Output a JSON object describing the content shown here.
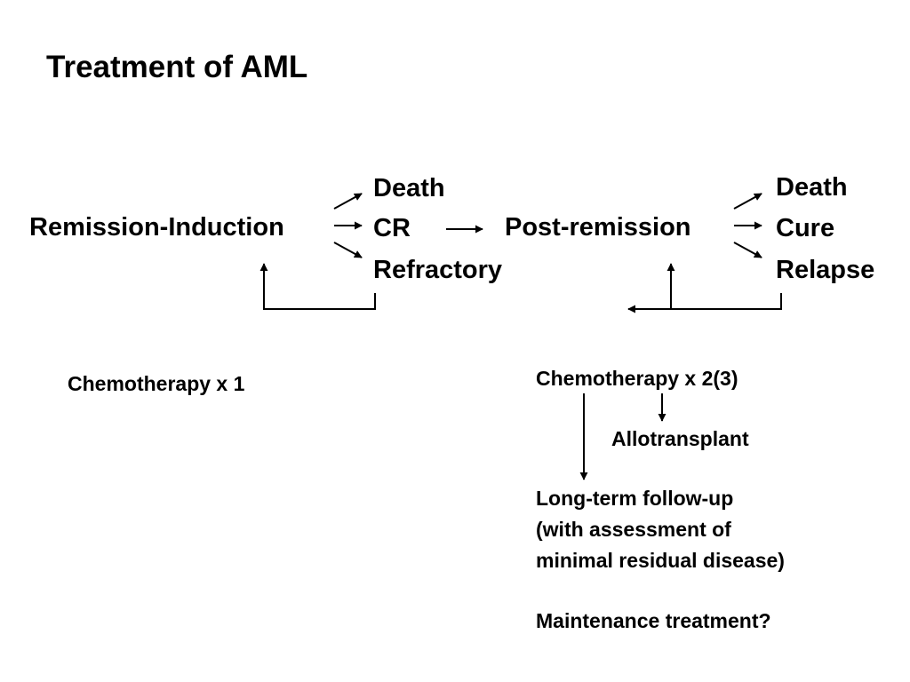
{
  "title": "Treatment of AML",
  "flow": {
    "stage1": "Remission-Induction",
    "outcomes1": [
      "Death",
      "CR",
      "Refractory"
    ],
    "stage2": "Post-remission",
    "outcomes2": [
      "Death",
      "Cure",
      "Relapse"
    ]
  },
  "notes": {
    "induction": "Chemotherapy x 1",
    "postremission": "Chemotherapy x 2(3)",
    "allotransplant": "Allotransplant",
    "followup": [
      "Long-term follow-up",
      "(with assessment of",
      "minimal residual disease)"
    ],
    "maintenance": "Maintenance treatment?"
  }
}
